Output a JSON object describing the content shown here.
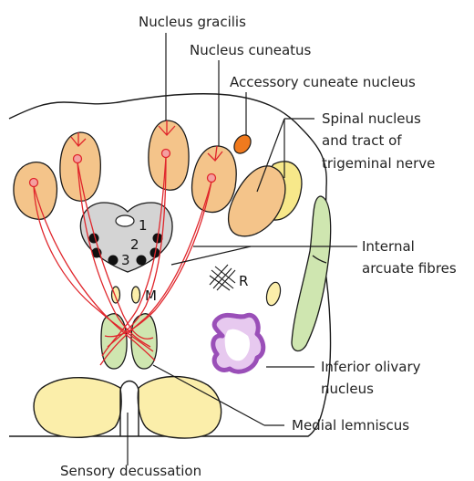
{
  "labels": {
    "nucleus_gracilis": "Nucleus gracilis",
    "nucleus_cuneatus": "Nucleus cuneatus",
    "accessory_cuneate": "Accessory cuneate nucleus",
    "spinal_trigeminal_1": "Spinal nucleus",
    "spinal_trigeminal_2": "and tract of",
    "spinal_trigeminal_3": "trigeminal nerve",
    "internal_arcuate_1": "Internal",
    "internal_arcuate_2": "arcuate fibres",
    "inferior_olivary_1": "Inferior olivary",
    "inferior_olivary_2": "nucleus",
    "medial_lemniscus": "Medial lemniscus",
    "sensory_decussation": "Sensory decussation"
  },
  "markers": {
    "one": "1",
    "two": "2",
    "three": "3",
    "m": "M",
    "r": "R"
  },
  "colors": {
    "nucleus_fill": "#f4c48a",
    "tract_fill": "#f7e88a",
    "olive_stroke": "#9a4fb8",
    "lemniscus_fill": "#cfe6b0",
    "pyramid_fill": "#fbeeaa",
    "fibre": "#e0262c",
    "grey_matter": "#d4d4d4",
    "accessory_fill": "#f07a1e"
  }
}
